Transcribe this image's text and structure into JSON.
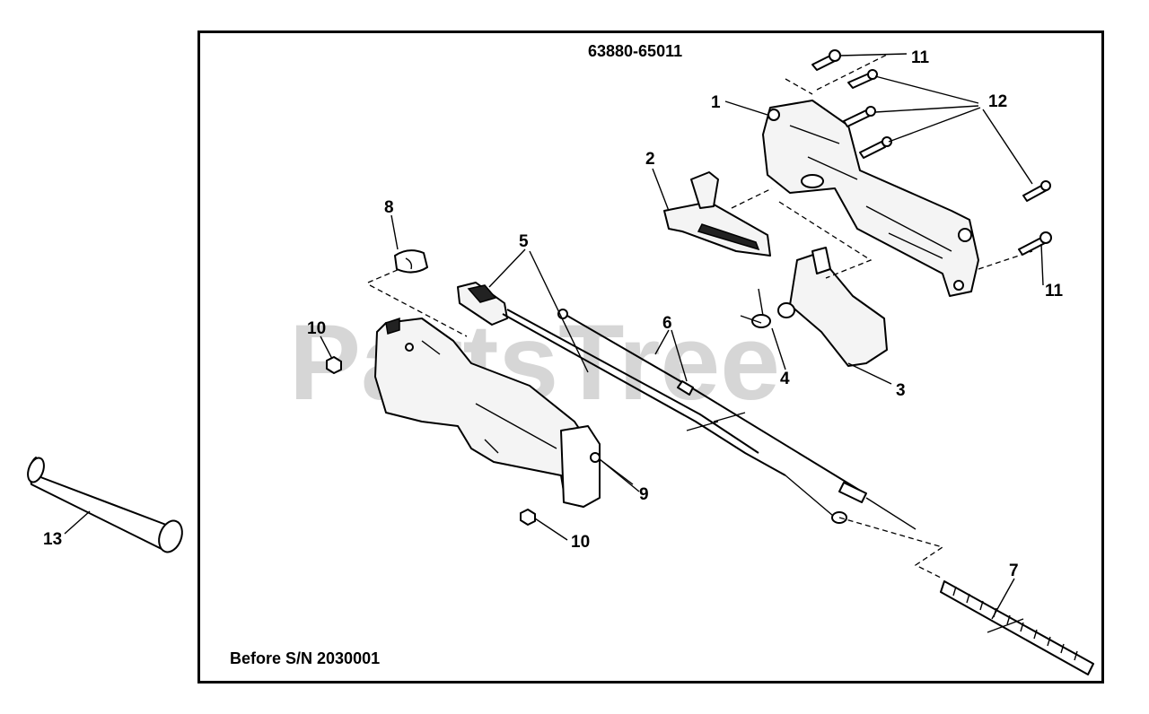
{
  "diagram": {
    "part_number": "63880-65011",
    "serial_note": "Before S/N 2030001",
    "watermark": "PartsTree",
    "callouts": [
      "1",
      "2",
      "3",
      "4",
      "5",
      "6",
      "7",
      "8",
      "9",
      "10",
      "10",
      "11",
      "11",
      "12",
      "13"
    ]
  }
}
